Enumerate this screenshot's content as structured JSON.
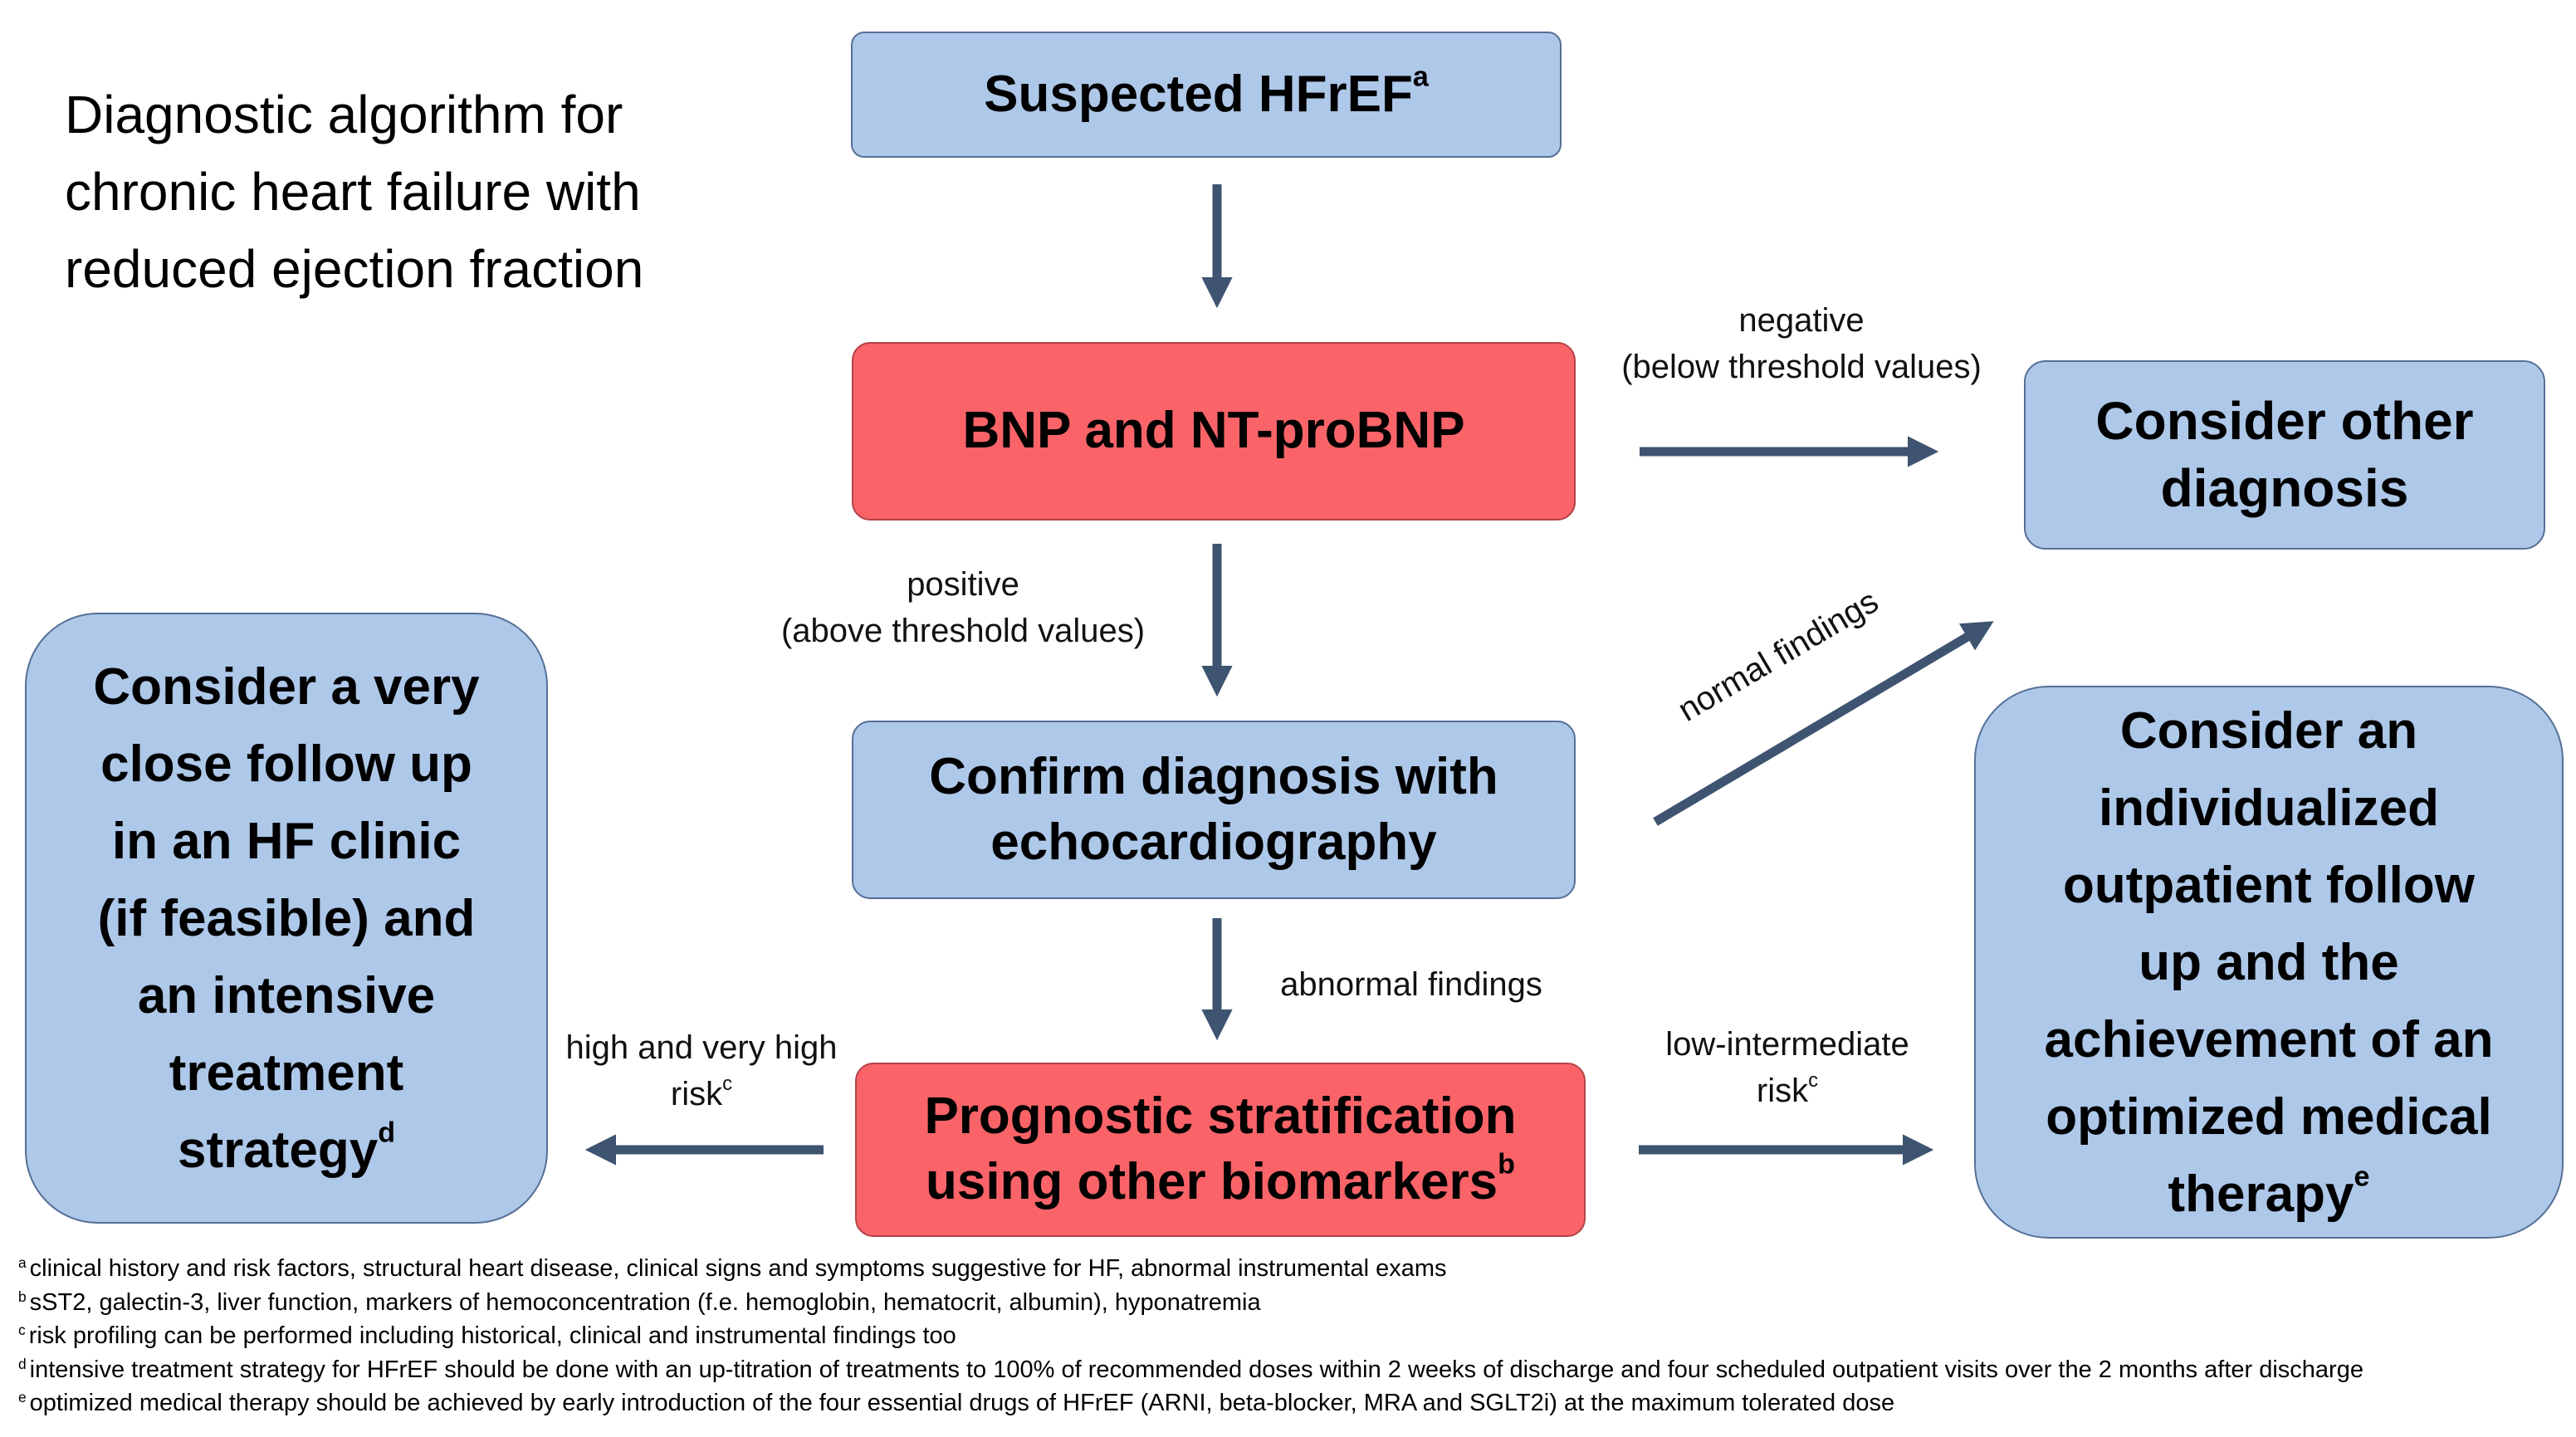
{
  "title": {
    "line1": "Diagnostic algorithm for",
    "line2": "chronic heart failure with",
    "line3": "reduced ejection fraction"
  },
  "boxes": {
    "suspected": {
      "text": "Suspected HFrEF",
      "sup": "a"
    },
    "bnp": {
      "text": "BNP and NT-proBNP"
    },
    "confirm": {
      "line1": "Confirm diagnosis with",
      "line2": "echocardiography"
    },
    "prognostic": {
      "line1": "Prognostic stratification",
      "line2": "using other biomarkers",
      "sup": "b"
    },
    "other_diagnosis": {
      "line1": "Consider other",
      "line2": "diagnosis"
    },
    "close_followup": {
      "line1": "Consider a very",
      "line2": "close follow up",
      "line3": "in an HF clinic",
      "line4": "(if feasible) and",
      "line5": "an intensive",
      "line6": "treatment",
      "line7": "strategy",
      "sup": "d"
    },
    "individualized": {
      "line1": "Consider an",
      "line2": "individualized",
      "line3": "outpatient follow",
      "line4": "up and the",
      "line5": "achievement of an",
      "line6": "optimized medical",
      "line7": "therapy",
      "sup": "e"
    }
  },
  "labels": {
    "negative": {
      "line1": "negative",
      "line2": "(below threshold values)"
    },
    "positive": {
      "line1": "positive",
      "line2": "(above threshold values)"
    },
    "normal_findings": "normal findings",
    "abnormal_findings": "abnormal findings",
    "high_risk": {
      "line1": "high and very high",
      "line2": "risk",
      "sup": "c"
    },
    "low_risk": {
      "line1": "low-intermediate",
      "line2": "risk",
      "sup": "c"
    }
  },
  "footnotes": [
    {
      "mark": "a",
      "text": "clinical history and risk factors, structural heart disease, clinical signs and symptoms suggestive for HF, abnormal instrumental exams"
    },
    {
      "mark": "b",
      "text": "sST2, galectin-3, liver function, markers of hemoconcentration (f.e. hemoglobin, hematocrit, albumin), hyponatremia"
    },
    {
      "mark": "c",
      "text": "risk profiling can be performed including historical, clinical and instrumental findings too"
    },
    {
      "mark": "d",
      "text": "intensive treatment strategy for HFrEF should be done with an up-titration of treatments to 100% of recommended doses within 2 weeks of discharge and four scheduled outpatient visits over the 2 months after discharge"
    },
    {
      "mark": "e",
      "text": "optimized medical therapy should be achieved by early introduction of the four essential drugs of HFrEF (ARNI, beta-blocker, MRA and SGLT2i) at the maximum tolerated dose"
    }
  ],
  "colors": {
    "blue_box": "#aec8e9",
    "red_box": "#fa6469",
    "arrow": "#3e5470"
  }
}
